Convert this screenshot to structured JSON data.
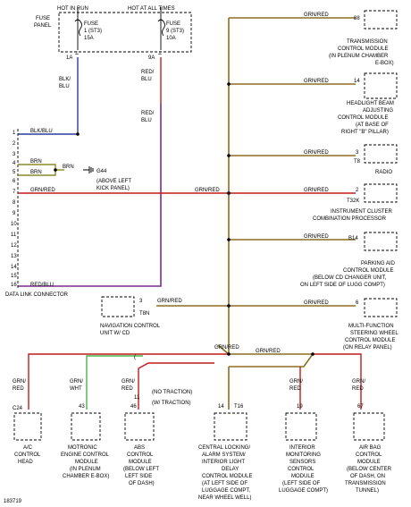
{
  "fuse_panel": {
    "label_line1": "FUSE",
    "label_line2": "PANEL",
    "hot_in_run": "HOT IN RUN",
    "hot_at_all_times": "HOT AT ALL TIMES",
    "fuse1": [
      "FUSE",
      "1 (ST3)",
      "15A"
    ],
    "fuse9": [
      "FUSE",
      "9 (ST3)",
      "10A"
    ],
    "fuse1_terminal": "1A",
    "fuse9_terminal": "9A"
  },
  "wires": {
    "blk_blu_top": [
      "BLK/",
      "BLU"
    ],
    "red_blu_top": [
      "RED/",
      "BLU"
    ],
    "red_blu_mid": [
      "RED/",
      "BLU"
    ],
    "blk_blu_pin1": "BLK/BLU",
    "brn_pin4": "BRN",
    "brn_pin5": "BRN",
    "brn_mid": "BRN",
    "grn_red_pin7": "GRN/RED",
    "red_blu_pin16": "RED/BLU",
    "grn_red_1": "GRN/RED",
    "grn_red_2": "GRN/RED",
    "grn_red_3": "GRN/RED",
    "grn_red_4": "GRN/RED",
    "grn_red_5": "GRN/RED",
    "grn_red_6": "GRN/RED",
    "grn_red_7": "GRN/RED",
    "grn_red_nav": "GRN/RED",
    "grn_red_bottom_l": "GRN/RED",
    "grn_red_bottom_r": "GRN/RED",
    "no_traction": "(NO TRACTION)",
    "w_traction": "(W/ TRACTION)"
  },
  "ground": {
    "id": "G44",
    "desc": [
      "(ABOVE LEFT",
      "KICK PANEL)"
    ]
  },
  "dlc": {
    "pins": [
      "1",
      "2",
      "3",
      "4",
      "5",
      "6",
      "7",
      "8",
      "9",
      "10",
      "11",
      "12",
      "13",
      "14",
      "15",
      "16"
    ],
    "label": "DATA LINK CONNECTOR"
  },
  "right_modules": [
    {
      "pin": "88",
      "lines": [
        "TRANSMISSION",
        "CONTROL MODULE",
        "(IN PLENUM CHAMBER",
        "E-BOX)"
      ]
    },
    {
      "pin": "14",
      "lines": [
        "HEADLIGHT BEAM",
        "ADJUSTING",
        "CONTROL MODULE",
        "(AT BASE OF",
        "RIGHT \"B\" PILLAR)"
      ]
    },
    {
      "pin": "3",
      "conn": "T8",
      "lines": [
        "RADIO"
      ]
    },
    {
      "pin": "2",
      "conn": "T32K",
      "lines": [
        "INSTRUMENT CLUSTER",
        "COMBINATION PROCESSOR"
      ]
    },
    {
      "pin": "B14",
      "lines": [
        "PARKING AID",
        "CONTROL MODULE",
        "(BELOW CD CHANGER UNIT,",
        "ON LEFT SIDE OF LUGG COMPT)"
      ]
    },
    {
      "pin": "6",
      "lines": [
        "MULTI-FUNCTION",
        "STEERING WHEEL",
        "CONTROL MODULE",
        "(ON RELAY PANEL)"
      ]
    }
  ],
  "nav": {
    "pin": "3",
    "conn": "T8N",
    "lines": [
      "NAVIGATION CONTROL",
      "UNIT W/ CD"
    ]
  },
  "bottom_modules": [
    {
      "wire": [
        "GRN/",
        "RED"
      ],
      "pin": "C24",
      "lines": [
        "A/C",
        "CONTROL",
        "HEAD"
      ]
    },
    {
      "wire": [
        "GRN/",
        "WHT"
      ],
      "pin": "43",
      "lines": [
        "MOTRONIC",
        "ENGINE CONTROL",
        "MODULE",
        "(IN PLENUM",
        "CHAMBER E-BOX)"
      ]
    },
    {
      "wire": [
        "GRN/",
        "RED"
      ],
      "pin": "46",
      "alt_pin": "11",
      "lines": [
        "ABS",
        "CONTROL",
        "MODULE",
        "(BELOW LEFT",
        "LEFT SIDE",
        "OF DASH)"
      ]
    },
    {
      "wire": [],
      "pin": "14",
      "conn": "T16",
      "lines": [
        "CENTRAL LOCKING/",
        "ALARM SYSTEM/",
        "INTERIOR LIGHT",
        "DELAY",
        "CONTROL MODULE",
        "(AT LEFT SIDE OF",
        "LUGGAGE COMPT,",
        "NEAR WHEEL WELL)"
      ]
    },
    {
      "wire": [
        "GRN/",
        "RED"
      ],
      "pin": "19",
      "lines": [
        "INTERIOR",
        "MONITORING",
        "SENSORS",
        "CONTROL",
        "MODULE",
        "(LEFT SIDE OF",
        "LUGGAGE COMPT)"
      ]
    },
    {
      "wire": [
        "GRN/",
        "RED"
      ],
      "pin": "67",
      "lines": [
        "AIR BAG",
        "CONTROL",
        "MODULE",
        "(BELOW CENTER",
        "OF DASH, ON",
        "TRANSMISSION",
        "TUNNEL)"
      ]
    }
  ],
  "figure_id": "183719"
}
